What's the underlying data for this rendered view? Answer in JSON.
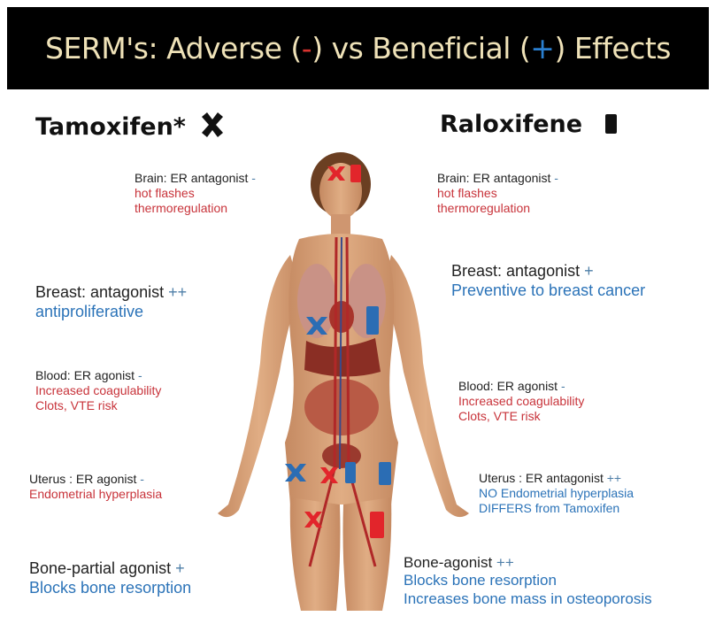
{
  "title": {
    "part1": "SERM's: Adverse (",
    "minus": "-",
    "part2": ") vs Beneficial (",
    "plus": "+",
    "part3": ") Effects"
  },
  "tamoxifen": {
    "name": "Tamoxifen*",
    "marker_icon": "x-cross-icon",
    "brain": {
      "title": "Brain: ER antagonist",
      "sign": "-",
      "lines": [
        "hot flashes",
        "thermoregulation"
      ]
    },
    "breast": {
      "title": "Breast: antagonist",
      "sign": "++",
      "lines": [
        "antiproliferative"
      ]
    },
    "blood": {
      "title": "Blood: ER agonist",
      "sign": "-",
      "lines": [
        "Increased coagulability",
        "Clots, VTE risk"
      ]
    },
    "uterus": {
      "title": "Uterus : ER agonist",
      "sign": "-",
      "lines": [
        "Endometrial hyperplasia"
      ]
    },
    "bone": {
      "title": "Bone-partial agonist",
      "sign": "+",
      "lines": [
        "Blocks bone resorption"
      ]
    }
  },
  "raloxifene": {
    "name": "Raloxifene",
    "marker_icon": "square-icon",
    "brain": {
      "title": "Brain: ER antagonist",
      "sign": "-",
      "lines": [
        "hot flashes",
        "thermoregulation"
      ]
    },
    "breast": {
      "title": "Breast: antagonist",
      "sign": "+",
      "lines": [
        "Preventive to breast cancer"
      ]
    },
    "blood": {
      "title": "Blood: ER agonist",
      "sign": "-",
      "lines": [
        "Increased coagulability",
        "Clots, VTE risk"
      ]
    },
    "uterus": {
      "title": "Uterus : ER antagonist",
      "sign": "++",
      "lines": [
        "NO Endometrial hyperplasia",
        "DIFFERS from Tamoxifen"
      ]
    },
    "bone": {
      "title": "Bone-agonist",
      "sign": "++",
      "lines": [
        "Blocks bone resorption",
        "Increases bone mass in osteoporosis"
      ]
    }
  },
  "colors": {
    "banner_bg": "#000000",
    "title_text": "#efe2b8",
    "adverse_red": "#d9332f",
    "beneficial_blue": "#2a7fd0",
    "skin": "#d79f74",
    "organ_red": "#a8342b"
  }
}
